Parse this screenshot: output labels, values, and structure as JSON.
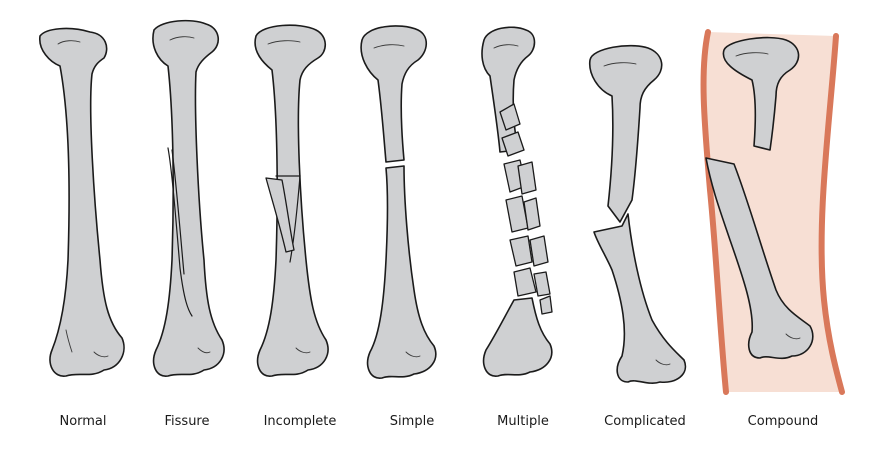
{
  "labels": {
    "normal": "Normal",
    "fissure": "Fissure",
    "incomplete": "Incomplete",
    "simple": "Simple",
    "multiple": "Multiple",
    "complicated": "Complicated",
    "compound": "Compound"
  },
  "colors": {
    "bone_fill": "#cfd0d2",
    "outline": "#1b1b1b",
    "skin": "#f7dfd4",
    "skin_edge": "#d9785a"
  }
}
